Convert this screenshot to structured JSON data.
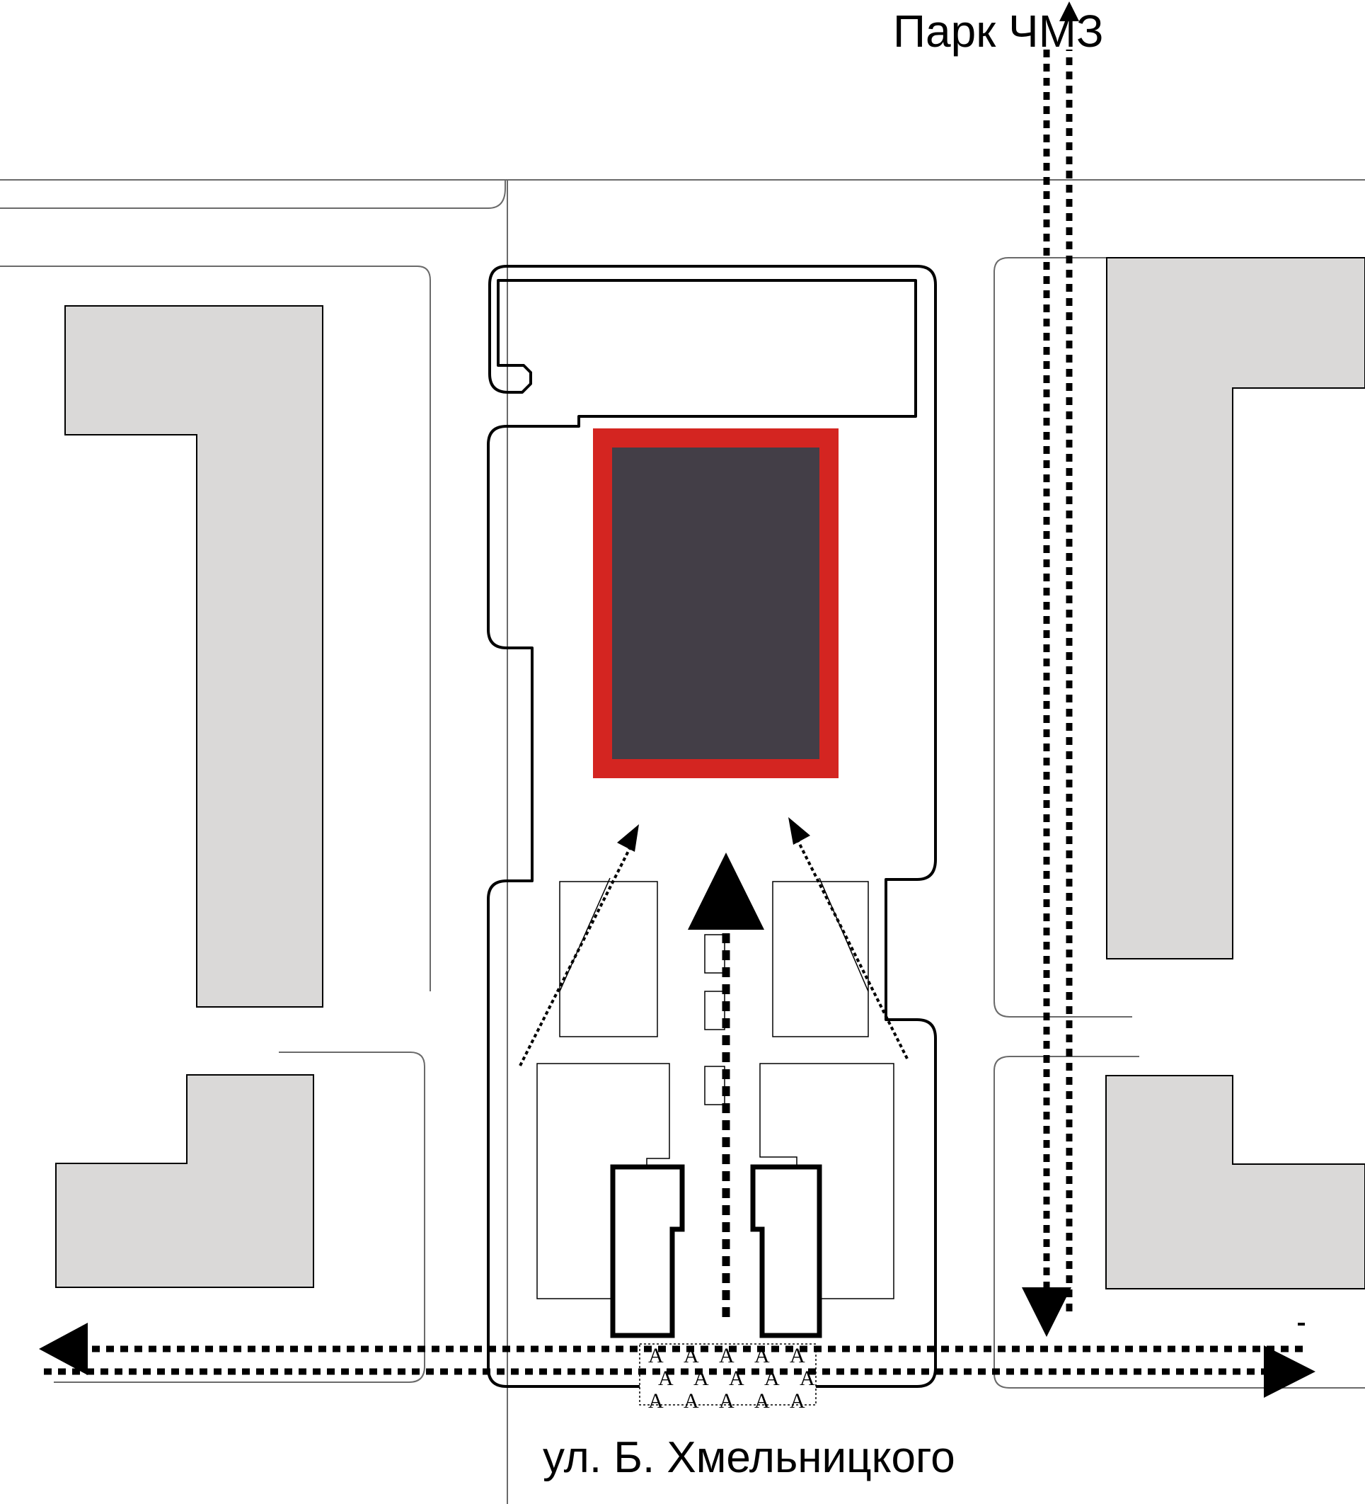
{
  "labels": {
    "park": "Парк ЧМЗ",
    "street": "ул. Б. Хмельницкого"
  },
  "crosswalk_glyph": "А",
  "colors": {
    "background": "#ffffff",
    "neighbor_building": "#dad9d8",
    "main_building_frame": "#d42521",
    "main_building_core": "#433e47",
    "outline": "#000000",
    "thin_line": "#6a6a6a"
  },
  "icons": {
    "arrow": "triangle-arrow-icon",
    "route": "dotted-route-icon",
    "crosswalk": "pedestrian-crossing-icon"
  }
}
